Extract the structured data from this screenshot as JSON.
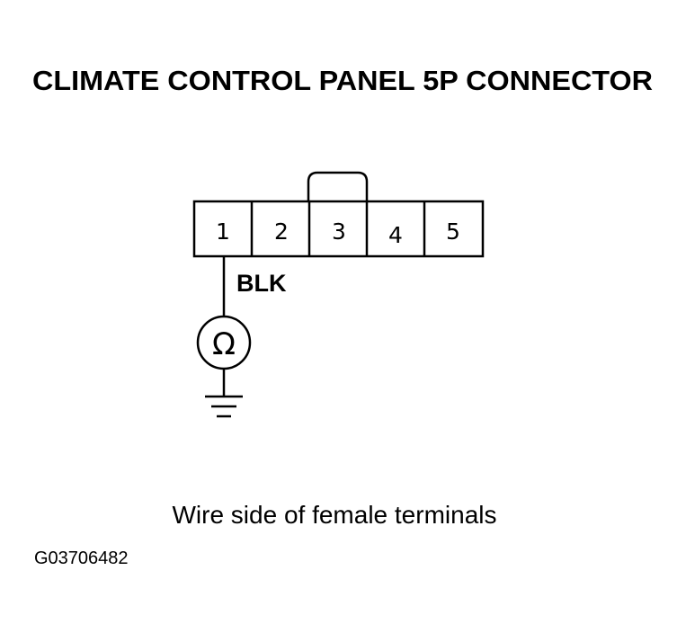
{
  "title": "CLIMATE CONTROL PANEL 5P CONNECTOR",
  "connector": {
    "pins": [
      "1",
      "2",
      "3",
      "4",
      "5"
    ]
  },
  "wire": {
    "pin": "1",
    "color": "BLK"
  },
  "meter": {
    "symbol": "Ω",
    "icon": "ohmmeter-icon"
  },
  "ground": {
    "icon": "ground-icon"
  },
  "caption": "Wire side of female terminals",
  "figure_id": "G03706482"
}
